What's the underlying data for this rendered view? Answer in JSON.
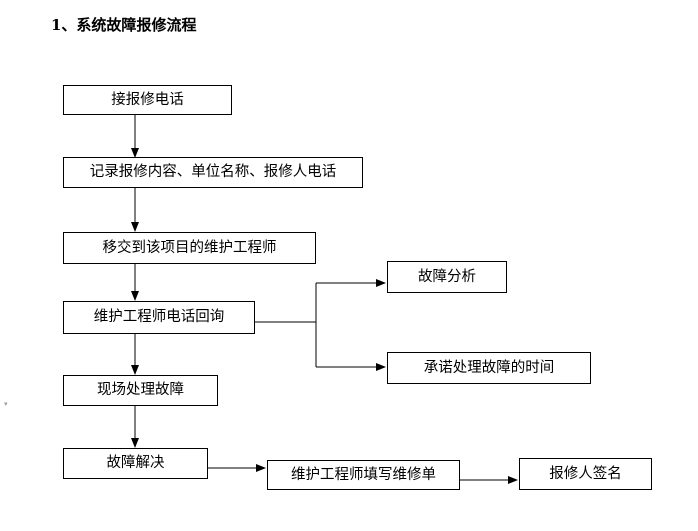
{
  "title": "1、系统故障报修流程",
  "steps": {
    "receive_call": "接报修电话",
    "record_info": "记录报修内容、单位名称、报修人电话",
    "transfer": "移交到该项目的维护工程师",
    "callback": "维护工程师电话回询",
    "fault_analysis": "故障分析",
    "promise_time": "承诺处理故障的时间",
    "onsite": "现场处理故障",
    "resolved": "故障解决",
    "fill_form": "维护工程师填写维修单",
    "sign": "报修人签名"
  }
}
